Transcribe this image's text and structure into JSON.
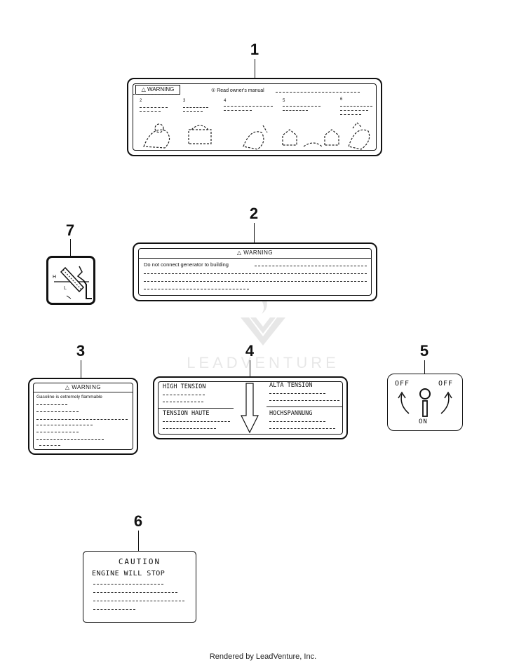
{
  "callouts": {
    "c1": "1",
    "c2": "2",
    "c3": "3",
    "c4": "4",
    "c5": "5",
    "c6": "6",
    "c7": "7"
  },
  "decal1": {
    "header": "WARNING",
    "read_manual": "Read owner's manual",
    "item_nums": [
      "2",
      "3",
      "4",
      "5",
      "6"
    ]
  },
  "decal2": {
    "header": "WARNING",
    "line1": "Do not connect generator to building"
  },
  "decal3": {
    "header": "WARNING",
    "line1": "Gasoline is extremely flammable"
  },
  "decal4": {
    "en": "HIGH TENSION",
    "es": "ALTA TENSION",
    "fr": "TENSION HAUTE",
    "de": "HOCHSPANNUNG"
  },
  "decal5": {
    "off_left": "OFF",
    "off_right": "OFF",
    "on": "ON"
  },
  "decal6": {
    "title": "CAUTION",
    "line1": "ENGINE WILL STOP"
  },
  "decal7": {
    "h_label": "H",
    "l_label": "L"
  },
  "watermark": "LEADVENTURE",
  "footer": "Rendered by LeadVenture, Inc."
}
